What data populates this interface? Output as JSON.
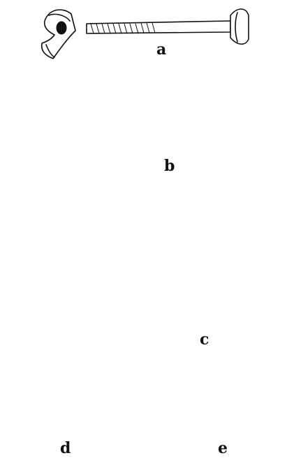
{
  "labels": {
    "a": "a",
    "b": "b",
    "c": "c",
    "d": "d",
    "e": "e"
  }
}
